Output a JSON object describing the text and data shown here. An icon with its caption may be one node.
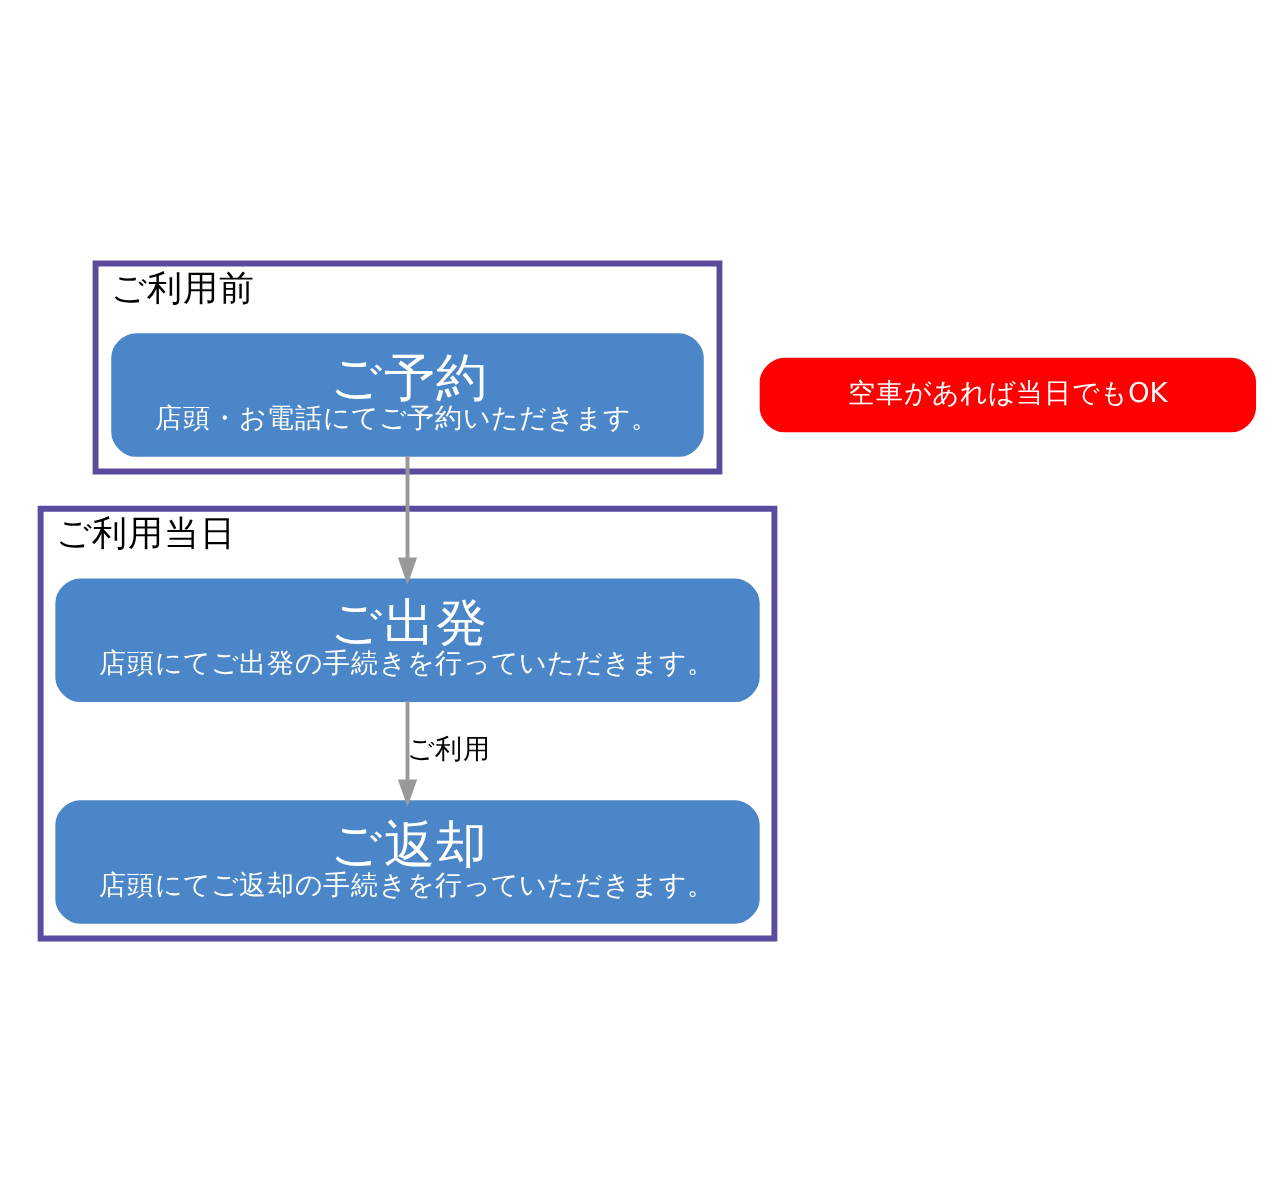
{
  "diagram": {
    "nodes": [
      {
        "text": [
          "ご利用前"
        ]
      },
      {
        "text": [
          "空車があれば当日でもOK"
        ]
      },
      {
        "text": [
          "ご予約",
          "店頭・お電話にてご予約いただきます。"
        ],
        "in": 0
      },
      {
        "text": [
          "ご利用当日"
        ]
      },
      {
        "text": [
          "ご出発",
          "店頭にてご出発の手続きを行っていただきます。"
        ],
        "in": 3
      },
      {
        "text": [
          "ご返却",
          "店頭にてご返却の手続きを行っていただきます。"
        ],
        "in": 3
      }
    ],
    "edges": [
      {
        "from": 2,
        "to": 4,
        "arrow": "to"
      },
      {
        "from": 4,
        "to": 5,
        "arrow": "to",
        "label": "ご利用"
      }
    ]
  }
}
